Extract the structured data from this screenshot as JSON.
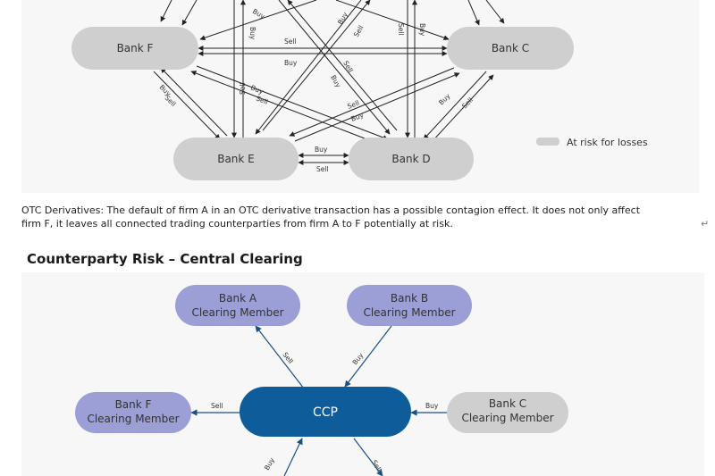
{
  "otc_diagram": {
    "nodes": {
      "bank_f": "Bank F",
      "bank_c": "Bank C",
      "bank_e": "Bank E",
      "bank_d": "Bank D"
    },
    "labels": {
      "buy": "Buy",
      "sell": "Sell"
    },
    "legend": "At risk for losses"
  },
  "caption": {
    "line1": "OTC Derivatives: The default of firm A in an OTC derivative transaction has a possible contagion effect. It does not only affect",
    "line2": "firm F, it leaves all connected trading counterparties from firm A to F potentially at risk.",
    "mark": "↵"
  },
  "central_clearing": {
    "title": "Counterparty Risk – Central Clearing",
    "ccp": "CCP",
    "member_label": "Clearing Member",
    "banks": {
      "a": "Bank A",
      "b": "Bank B",
      "f": "Bank F",
      "c": "Bank C"
    },
    "labels": {
      "buy": "Buy",
      "sell": "Sell"
    }
  },
  "colors": {
    "grey_node": "#cfcfcf",
    "member_node": "#9c9fd6",
    "ccp": "#0f5c9a",
    "panel": "#f7f7f7"
  }
}
